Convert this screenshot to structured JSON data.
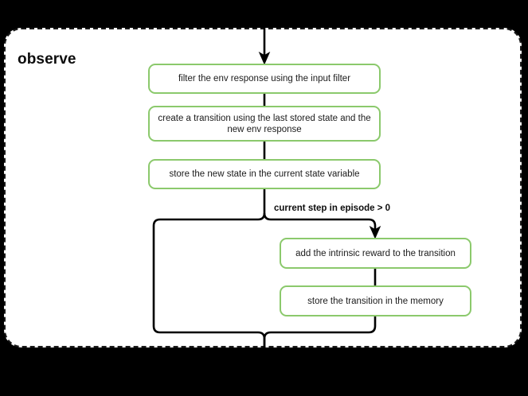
{
  "diagram": {
    "type": "flowchart",
    "background_color": "#000000",
    "subgraph": {
      "title": "observe",
      "border_style": "dashed",
      "border_color": "#1a1a1a",
      "fill_color": "#ffffff"
    },
    "node_style": {
      "border_color": "#8bc96c",
      "fill_color": "#ffffff",
      "text_color": "#1b1b1b"
    },
    "nodes": [
      {
        "id": "filter",
        "label": "filter the env response using the input filter"
      },
      {
        "id": "create",
        "label": "create a transition using the last stored state and the new env response"
      },
      {
        "id": "store_state",
        "label": "store the new state in the current state variable"
      },
      {
        "id": "add_reward",
        "label": "add the intrinsic reward to the transition"
      },
      {
        "id": "store_trans",
        "label": "store the transition in the memory"
      }
    ],
    "edges": [
      {
        "from": "entry",
        "to": "filter",
        "label": ""
      },
      {
        "from": "filter",
        "to": "create",
        "label": ""
      },
      {
        "from": "create",
        "to": "store_state",
        "label": ""
      },
      {
        "from": "store_state",
        "to": "add_reward",
        "label": "current step in episode > 0"
      },
      {
        "from": "store_state",
        "to": "exit",
        "label": ""
      },
      {
        "from": "add_reward",
        "to": "store_trans",
        "label": ""
      },
      {
        "from": "store_trans",
        "to": "exit",
        "label": ""
      }
    ],
    "edge_labels": {
      "condition": "current step in episode > 0"
    }
  }
}
